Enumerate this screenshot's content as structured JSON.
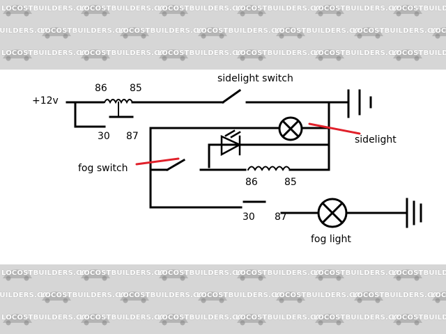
{
  "watermark": {
    "text": "LOCOSTBUILDERS.CO.UK"
  },
  "diagram": {
    "labels": {
      "supply": "+12v",
      "relay1_pin86": "86",
      "relay1_pin85": "85",
      "relay1_pin30": "30",
      "relay1_pin87": "87",
      "sidelight_switch": "sidelight switch",
      "sidelight": "sidelight",
      "fog_switch": "fog switch",
      "relay2_pin86": "86",
      "relay2_pin85": "85",
      "relay2_pin30": "30",
      "relay2_pin87": "87",
      "fog_light": "fog light"
    },
    "colors": {
      "wire": "#000000",
      "annotation": "#e0202a",
      "background": "#ffffff"
    }
  }
}
